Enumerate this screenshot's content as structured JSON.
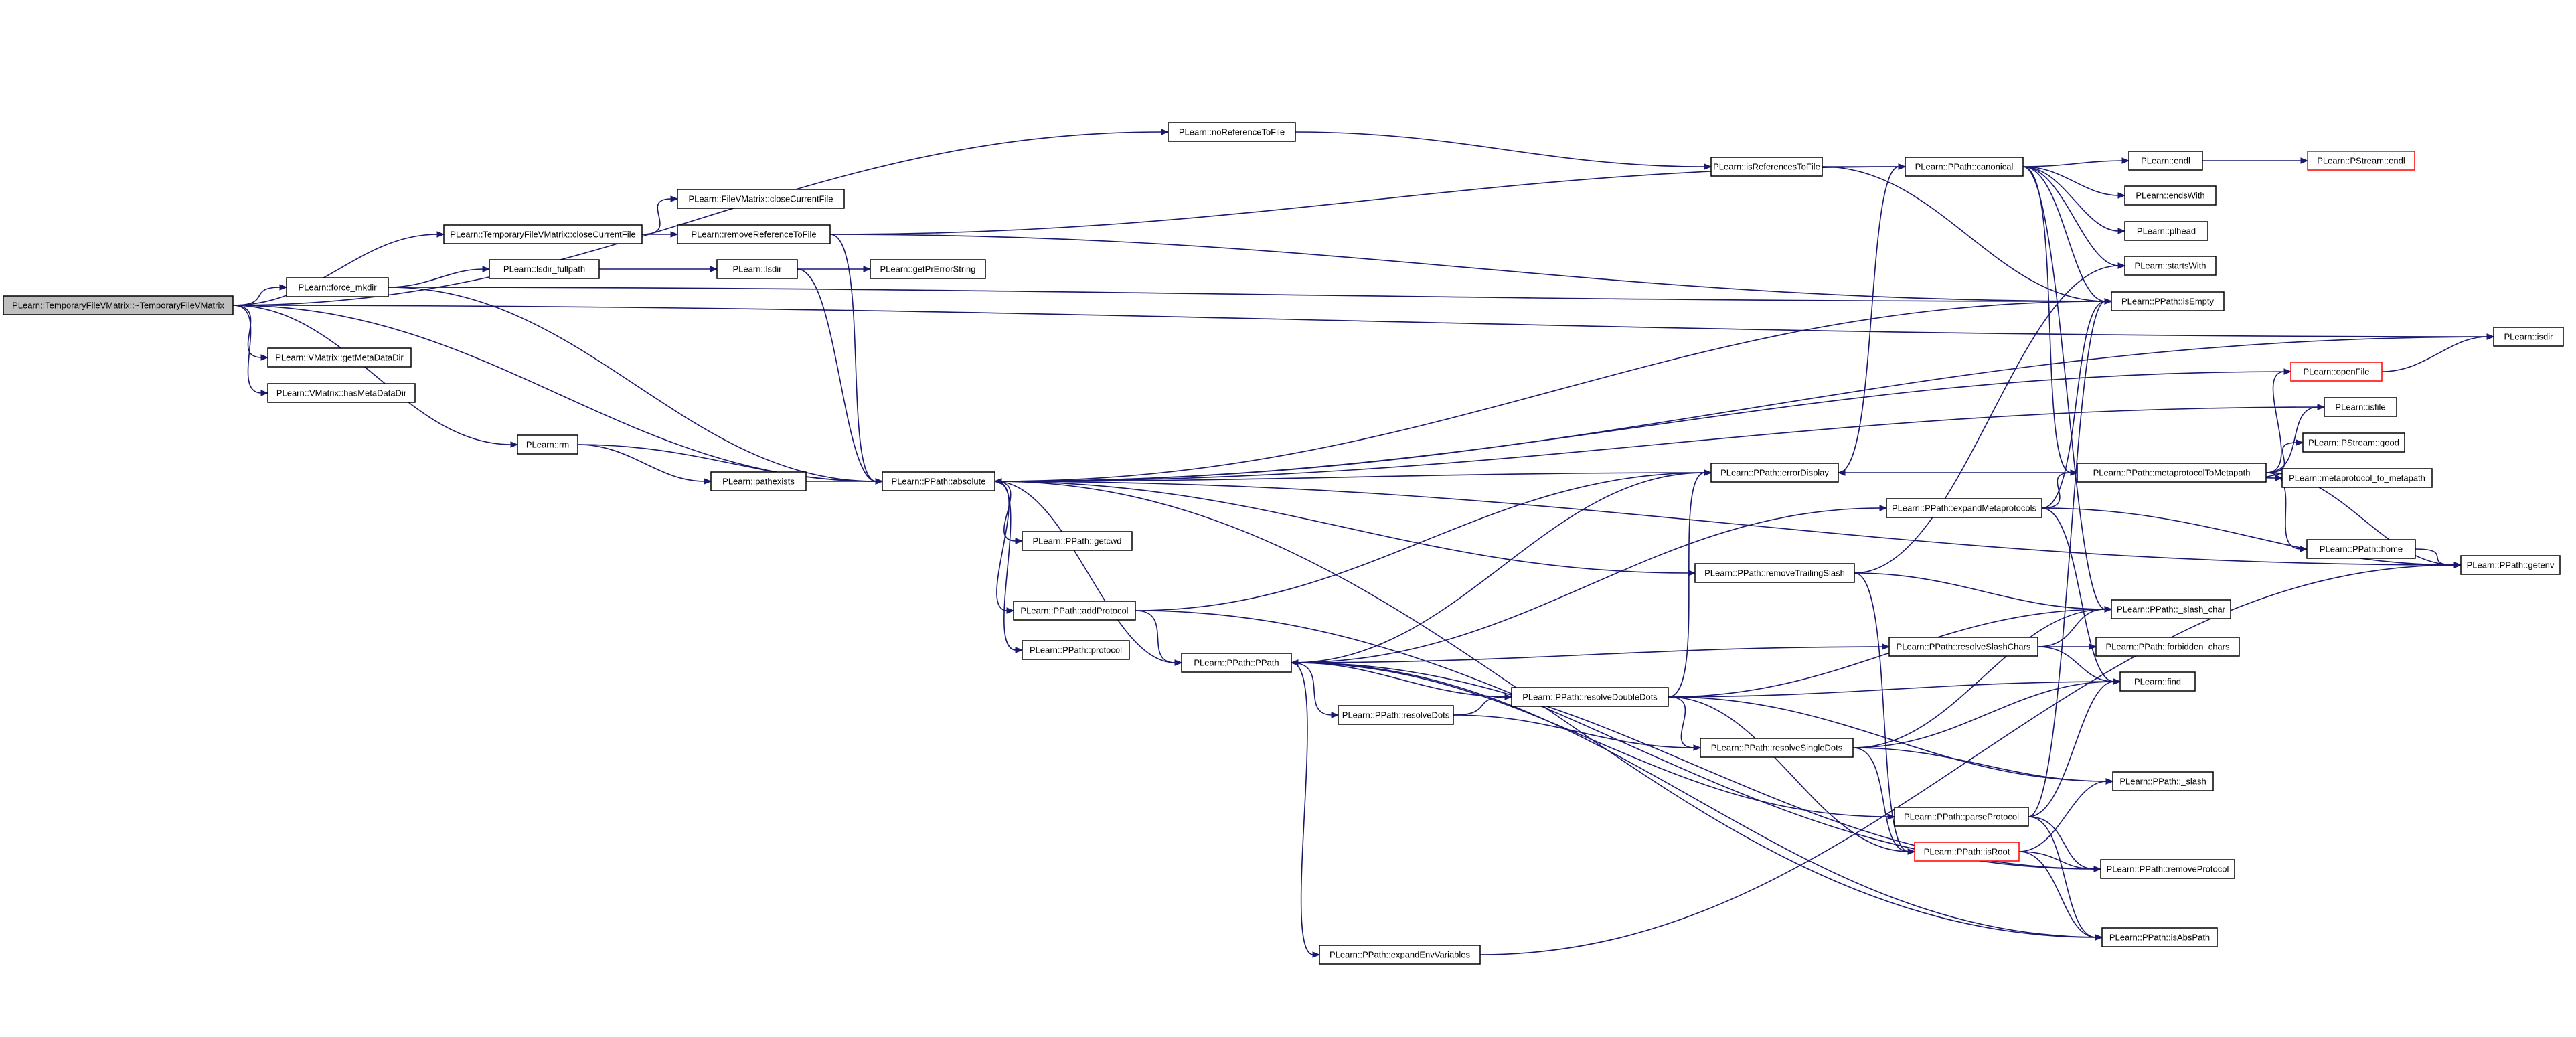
{
  "nodes": [
    {
      "id": "root",
      "label": "PLearn::TemporaryFileVMatrix::~TemporaryFileVMatrix",
      "style": "root"
    },
    {
      "id": "closeCurrentFileT",
      "label": "PLearn::TemporaryFileVMatrix::closeCurrentFile"
    },
    {
      "id": "closeCurrentFileF",
      "label": "PLearn::FileVMatrix::closeCurrentFile"
    },
    {
      "id": "removeReferenceToFile",
      "label": "PLearn::removeReferenceToFile"
    },
    {
      "id": "noReferenceToFile",
      "label": "PLearn::noReferenceToFile"
    },
    {
      "id": "isReferencesToFile",
      "label": "PLearn::isReferencesToFile"
    },
    {
      "id": "canonical",
      "label": "PLearn::PPath::canonical"
    },
    {
      "id": "endl",
      "label": "PLearn::endl"
    },
    {
      "id": "pstreamEndl",
      "label": "PLearn::PStream::endl",
      "style": "trunc"
    },
    {
      "id": "endsWith",
      "label": "PLearn::endsWith"
    },
    {
      "id": "pltread",
      "label": "PLearn::plhead"
    },
    {
      "id": "startsWith",
      "label": "PLearn::startsWith"
    },
    {
      "id": "isEmpty",
      "label": "PLearn::PPath::isEmpty"
    },
    {
      "id": "force_mkdir",
      "label": "PLearn::force_mkdir"
    },
    {
      "id": "lsdir_fullpath",
      "label": "PLearn::lsdir_fullpath"
    },
    {
      "id": "lsdir",
      "label": "PLearn::lsdir"
    },
    {
      "id": "getPrErrorString",
      "label": "PLearn::getPrErrorString"
    },
    {
      "id": "getMetaDataDir",
      "label": "PLearn::VMatrix::getMetaDataDir"
    },
    {
      "id": "hasMetaDataDir",
      "label": "PLearn::VMatrix::hasMetaDataDir"
    },
    {
      "id": "rm",
      "label": "PLearn::rm"
    },
    {
      "id": "pathexists",
      "label": "PLearn::pathexists"
    },
    {
      "id": "absolute",
      "label": "PLearn::PPath::absolute"
    },
    {
      "id": "isdir",
      "label": "PLearn::isdir"
    },
    {
      "id": "openFile",
      "label": "PLearn::openFile",
      "style": "trunc"
    },
    {
      "id": "isfile",
      "label": "PLearn::isfile"
    },
    {
      "id": "pstreamGood",
      "label": "PLearn::PStream::good"
    },
    {
      "id": "metaprotocolToMetapath",
      "label": "PLearn::PPath::metaprotocolToMetapath"
    },
    {
      "id": "metaprotocol_to_metapath",
      "label": "PLearn::metaprotocol_to_metapath"
    },
    {
      "id": "errorDisplay",
      "label": "PLearn::PPath::errorDisplay"
    },
    {
      "id": "expandMetaprotocols",
      "label": "PLearn::PPath::expandMetaprotocols"
    },
    {
      "id": "home",
      "label": "PLearn::PPath::home"
    },
    {
      "id": "getenv",
      "label": "PLearn::PPath::getenv"
    },
    {
      "id": "getcwd",
      "label": "PLearn::PPath::getcwd"
    },
    {
      "id": "removeTrailingSlash",
      "label": "PLearn::PPath::removeTrailingSlash"
    },
    {
      "id": "slash_char",
      "label": "PLearn::PPath::_slash_char"
    },
    {
      "id": "addProtocol",
      "label": "PLearn::PPath::addProtocol"
    },
    {
      "id": "protocol",
      "label": "PLearn::PPath::protocol"
    },
    {
      "id": "ppath",
      "label": "PLearn::PPath::PPath"
    },
    {
      "id": "resolveSlashChars",
      "label": "PLearn::PPath::resolveSlashChars"
    },
    {
      "id": "forbidden_chars",
      "label": "PLearn::PPath::forbidden_chars"
    },
    {
      "id": "find",
      "label": "PLearn::find"
    },
    {
      "id": "resolveDots",
      "label": "PLearn::PPath::resolveDots"
    },
    {
      "id": "resolveDoubleDots",
      "label": "PLearn::PPath::resolveDoubleDots"
    },
    {
      "id": "resolveSingleDots",
      "label": "PLearn::PPath::resolveSingleDots"
    },
    {
      "id": "slash",
      "label": "PLearn::PPath::_slash"
    },
    {
      "id": "parseProtocol",
      "label": "PLearn::PPath::parseProtocol"
    },
    {
      "id": "isRoot",
      "label": "PLearn::PPath::isRoot",
      "style": "trunc"
    },
    {
      "id": "removeProtocol",
      "label": "PLearn::PPath::removeProtocol"
    },
    {
      "id": "isAbsPath",
      "label": "PLearn::PPath::isAbsPath"
    },
    {
      "id": "expandEnvVariables",
      "label": "PLearn::PPath::expandEnvVariables"
    }
  ],
  "edges": [
    [
      "root",
      "noReferenceToFile"
    ],
    [
      "root",
      "closeCurrentFileT"
    ],
    [
      "root",
      "force_mkdir"
    ],
    [
      "root",
      "getMetaDataDir"
    ],
    [
      "root",
      "hasMetaDataDir"
    ],
    [
      "root",
      "rm"
    ],
    [
      "root",
      "absolute"
    ],
    [
      "root",
      "isdir"
    ],
    [
      "closeCurrentFileT",
      "closeCurrentFileF"
    ],
    [
      "closeCurrentFileT",
      "removeReferenceToFile"
    ],
    [
      "removeReferenceToFile",
      "canonical"
    ],
    [
      "removeReferenceToFile",
      "isEmpty"
    ],
    [
      "removeReferenceToFile",
      "absolute"
    ],
    [
      "noReferenceToFile",
      "isReferencesToFile"
    ],
    [
      "isReferencesToFile",
      "canonical"
    ],
    [
      "isReferencesToFile",
      "isEmpty"
    ],
    [
      "canonical",
      "endl"
    ],
    [
      "canonical",
      "endsWith"
    ],
    [
      "canonical",
      "pltread"
    ],
    [
      "canonical",
      "startsWith"
    ],
    [
      "canonical",
      "isEmpty"
    ],
    [
      "canonical",
      "slash_char"
    ],
    [
      "canonical",
      "metaprotocolToMetapath"
    ],
    [
      "endl",
      "pstreamEndl"
    ],
    [
      "force_mkdir",
      "lsdir_fullpath"
    ],
    [
      "force_mkdir",
      "isEmpty"
    ],
    [
      "force_mkdir",
      "absolute"
    ],
    [
      "lsdir_fullpath",
      "lsdir"
    ],
    [
      "lsdir",
      "getPrErrorString"
    ],
    [
      "lsdir",
      "absolute"
    ],
    [
      "rm",
      "pathexists"
    ],
    [
      "rm",
      "absolute"
    ],
    [
      "pathexists",
      "absolute"
    ],
    [
      "absolute",
      "isEmpty"
    ],
    [
      "absolute",
      "getcwd"
    ],
    [
      "absolute",
      "addProtocol"
    ],
    [
      "absolute",
      "protocol"
    ],
    [
      "absolute",
      "ppath"
    ],
    [
      "absolute",
      "removeTrailingSlash"
    ],
    [
      "absolute",
      "isAbsPath"
    ],
    [
      "absolute",
      "getenv"
    ],
    [
      "isdir",
      "absolute"
    ],
    [
      "openFile",
      "absolute"
    ],
    [
      "openFile",
      "isdir"
    ],
    [
      "isfile",
      "absolute"
    ],
    [
      "metaprotocolToMetapath",
      "openFile"
    ],
    [
      "metaprotocolToMetapath",
      "isfile"
    ],
    [
      "metaprotocolToMetapath",
      "pstreamGood"
    ],
    [
      "metaprotocolToMetapath",
      "metaprotocol_to_metapath"
    ],
    [
      "metaprotocolToMetapath",
      "home"
    ],
    [
      "metaprotocolToMetapath",
      "getenv"
    ],
    [
      "metaprotocolToMetapath",
      "errorDisplay"
    ],
    [
      "errorDisplay",
      "canonical"
    ],
    [
      "errorDisplay",
      "absolute"
    ],
    [
      "expandMetaprotocols",
      "metaprotocolToMetapath"
    ],
    [
      "expandMetaprotocols",
      "isEmpty"
    ],
    [
      "expandMetaprotocols",
      "find"
    ],
    [
      "expandMetaprotocols",
      "getenv"
    ],
    [
      "home",
      "getenv"
    ],
    [
      "removeTrailingSlash",
      "slash_char"
    ],
    [
      "removeTrailingSlash",
      "startsWith"
    ],
    [
      "removeTrailingSlash",
      "isRoot"
    ],
    [
      "addProtocol",
      "errorDisplay"
    ],
    [
      "addProtocol",
      "ppath"
    ],
    [
      "addProtocol",
      "removeProtocol"
    ],
    [
      "ppath",
      "expandMetaprotocols"
    ],
    [
      "ppath",
      "resolveSlashChars"
    ],
    [
      "ppath",
      "resolveDots"
    ],
    [
      "ppath",
      "parseProtocol"
    ],
    [
      "ppath",
      "expandEnvVariables"
    ],
    [
      "ppath",
      "errorDisplay"
    ],
    [
      "resolveSlashChars",
      "slash_char"
    ],
    [
      "resolveSlashChars",
      "forbidden_chars"
    ],
    [
      "resolveSlashChars",
      "find"
    ],
    [
      "resolveDots",
      "resolveDoubleDots"
    ],
    [
      "resolveDots",
      "resolveSingleDots"
    ],
    [
      "resolveDoubleDots",
      "slash_char"
    ],
    [
      "resolveDoubleDots",
      "find"
    ],
    [
      "resolveDoubleDots",
      "slash"
    ],
    [
      "resolveDoubleDots",
      "isRoot"
    ],
    [
      "resolveDoubleDots",
      "errorDisplay"
    ],
    [
      "resolveDoubleDots",
      "ppath"
    ],
    [
      "resolveDoubleDots",
      "resolveSingleDots"
    ],
    [
      "resolveSingleDots",
      "slash_char"
    ],
    [
      "resolveSingleDots",
      "find"
    ],
    [
      "resolveSingleDots",
      "slash"
    ],
    [
      "resolveSingleDots",
      "isRoot"
    ],
    [
      "parseProtocol",
      "isEmpty"
    ],
    [
      "parseProtocol",
      "find"
    ],
    [
      "parseProtocol",
      "removeProtocol"
    ],
    [
      "parseProtocol",
      "isAbsPath"
    ],
    [
      "isRoot",
      "slash"
    ],
    [
      "isRoot",
      "removeProtocol"
    ],
    [
      "isRoot",
      "isAbsPath"
    ],
    [
      "removeProtocol",
      "ppath"
    ],
    [
      "isAbsPath",
      "ppath"
    ],
    [
      "expandEnvVariables",
      "getenv"
    ]
  ]
}
